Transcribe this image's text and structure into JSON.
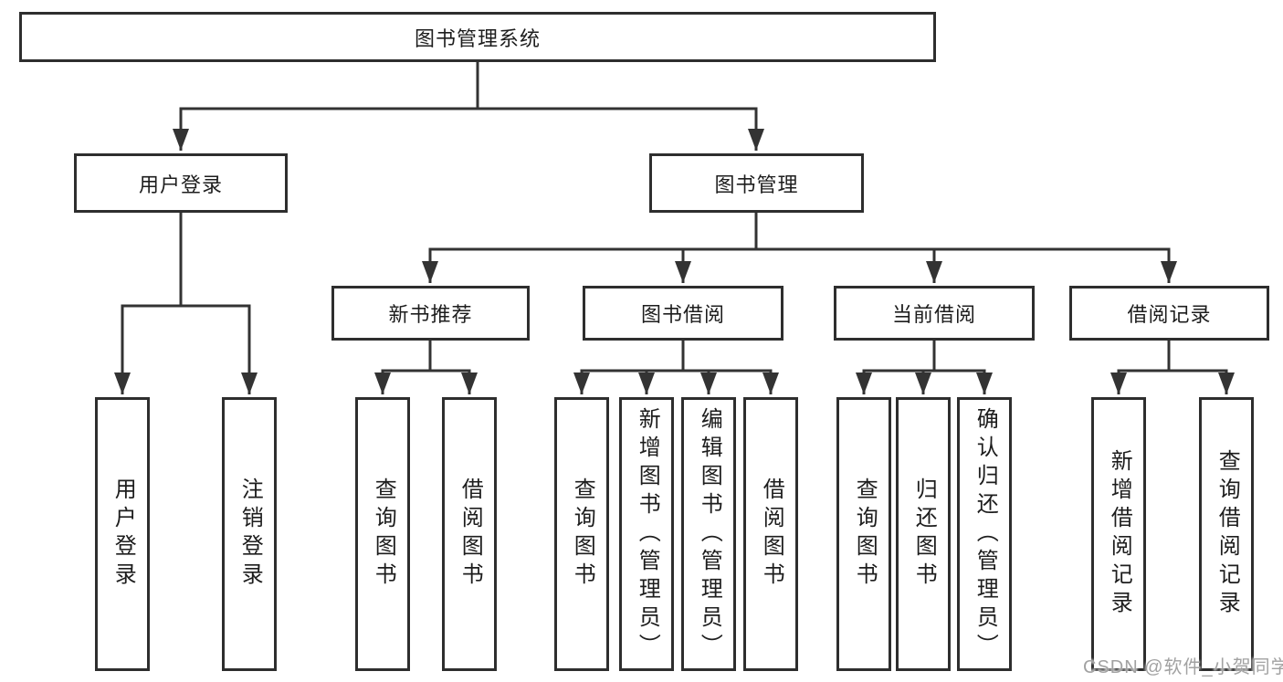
{
  "colors": {
    "line": "#333333",
    "arrow_fill": "#333333",
    "box_border": "#2e2e2e",
    "box_background": "#ffffff",
    "text": "#1d1d1d",
    "watermark_text_color": "#a2a2a2"
  },
  "watermark": {
    "text": "CSDN @软件_小贺同学"
  },
  "diagram": {
    "root": {
      "label": "图书管理系统"
    },
    "level2": [
      {
        "id": "user-login",
        "label": "用户登录",
        "parent": "图书管理系统"
      },
      {
        "id": "book-management",
        "label": "图书管理",
        "parent": "图书管理系统"
      }
    ],
    "level3": [
      {
        "id": "new-book-recommend",
        "label": "新书推荐",
        "parent": "图书管理"
      },
      {
        "id": "book-borrow",
        "label": "图书借阅",
        "parent": "图书管理"
      },
      {
        "id": "current-borrow",
        "label": "当前借阅",
        "parent": "图书管理"
      },
      {
        "id": "borrow-records",
        "label": "借阅记录",
        "parent": "图书管理"
      }
    ],
    "leaves": [
      {
        "label": "用户登录",
        "parent": "用户登录"
      },
      {
        "label": "注销登录",
        "parent": "用户登录"
      },
      {
        "label": "查询图书",
        "parent": "新书推荐"
      },
      {
        "label": "借阅图书",
        "parent": "新书推荐"
      },
      {
        "label": "查询图书",
        "parent": "图书借阅"
      },
      {
        "label": "新增图书（管理员）",
        "parent": "图书借阅"
      },
      {
        "label": "编辑图书（管理员）",
        "parent": "图书借阅"
      },
      {
        "label": "借阅图书",
        "parent": "图书借阅"
      },
      {
        "label": "查询图书",
        "parent": "当前借阅"
      },
      {
        "label": "归还图书",
        "parent": "当前借阅"
      },
      {
        "label": "确认归还（管理员）",
        "parent": "当前借阅"
      },
      {
        "label": "新增借阅记录",
        "parent": "借阅记录"
      },
      {
        "label": "查询借阅记录",
        "parent": "借阅记录"
      }
    ]
  }
}
